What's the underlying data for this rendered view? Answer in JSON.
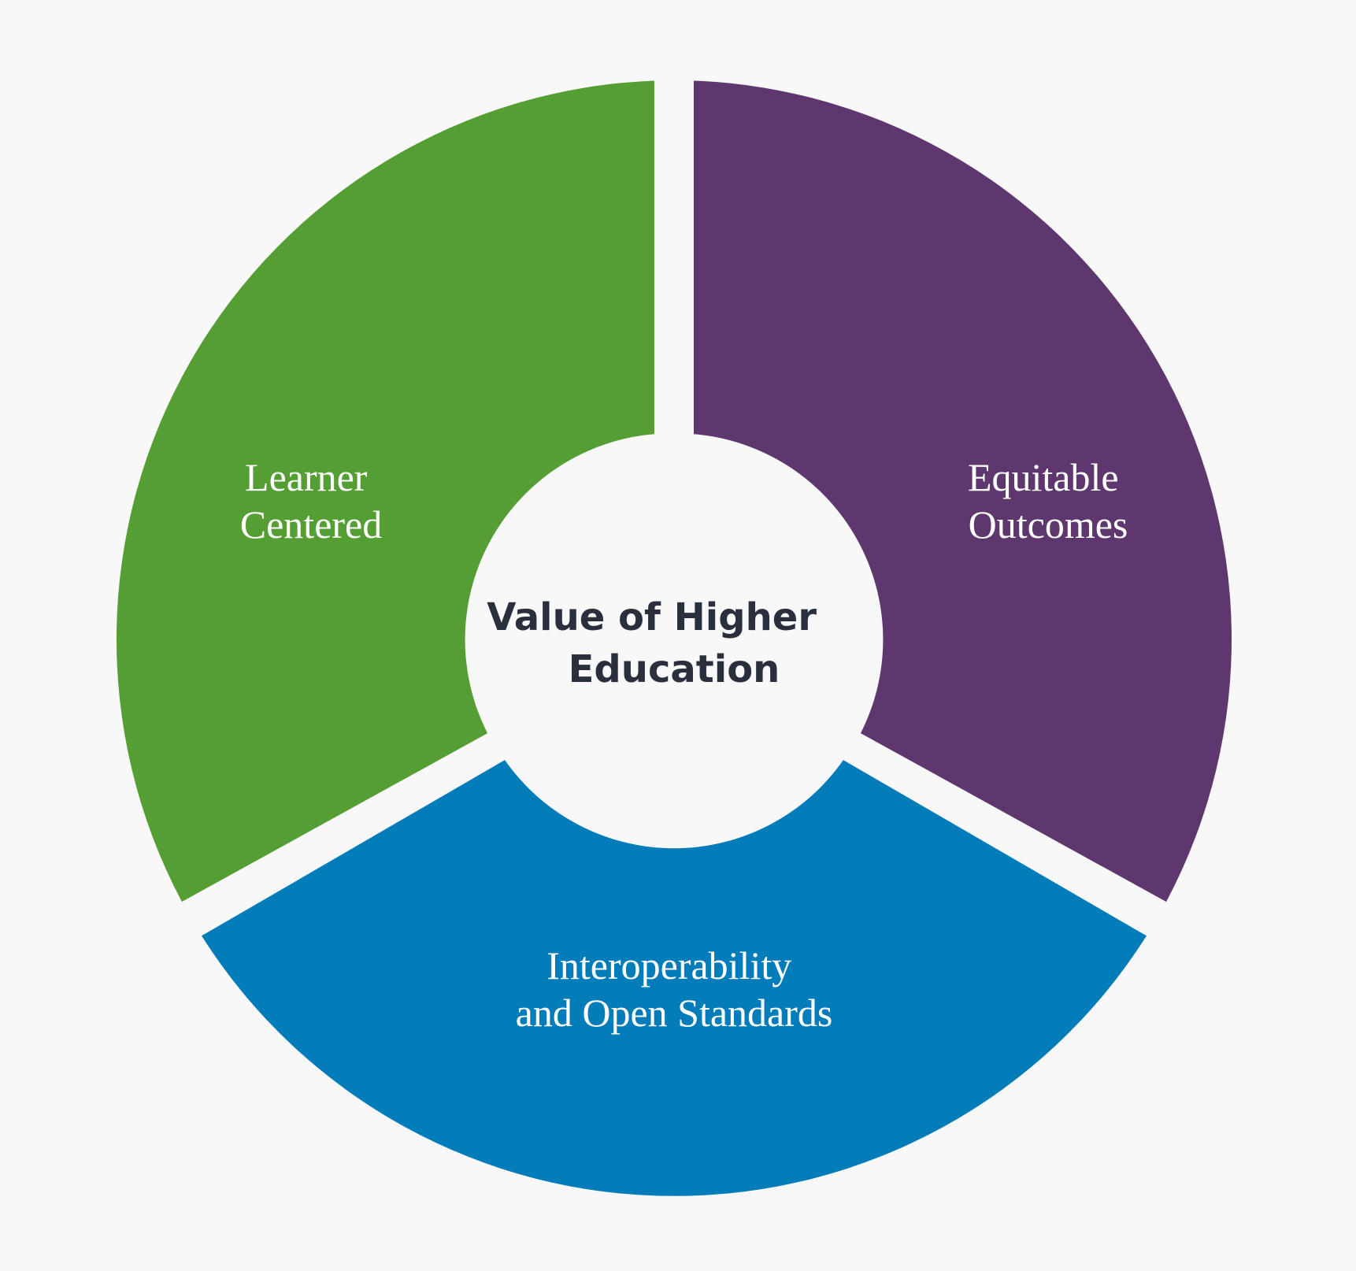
{
  "center": {
    "line1": "Value of Higher",
    "line2": "Education"
  },
  "segments": [
    {
      "id": "learner-centered",
      "line1": "Learner",
      "line2": "Centered",
      "color": "#549e33"
    },
    {
      "id": "equitable-outcomes",
      "line1": "Equitable",
      "line2": "Outcomes",
      "color": "#5e376e"
    },
    {
      "id": "interoperability",
      "line1": "Interoperability",
      "line2": "and Open Standards",
      "color": "#037cba"
    }
  ],
  "colors": {
    "background": "#f8f8f8",
    "center_text": "#2a2f3d"
  }
}
